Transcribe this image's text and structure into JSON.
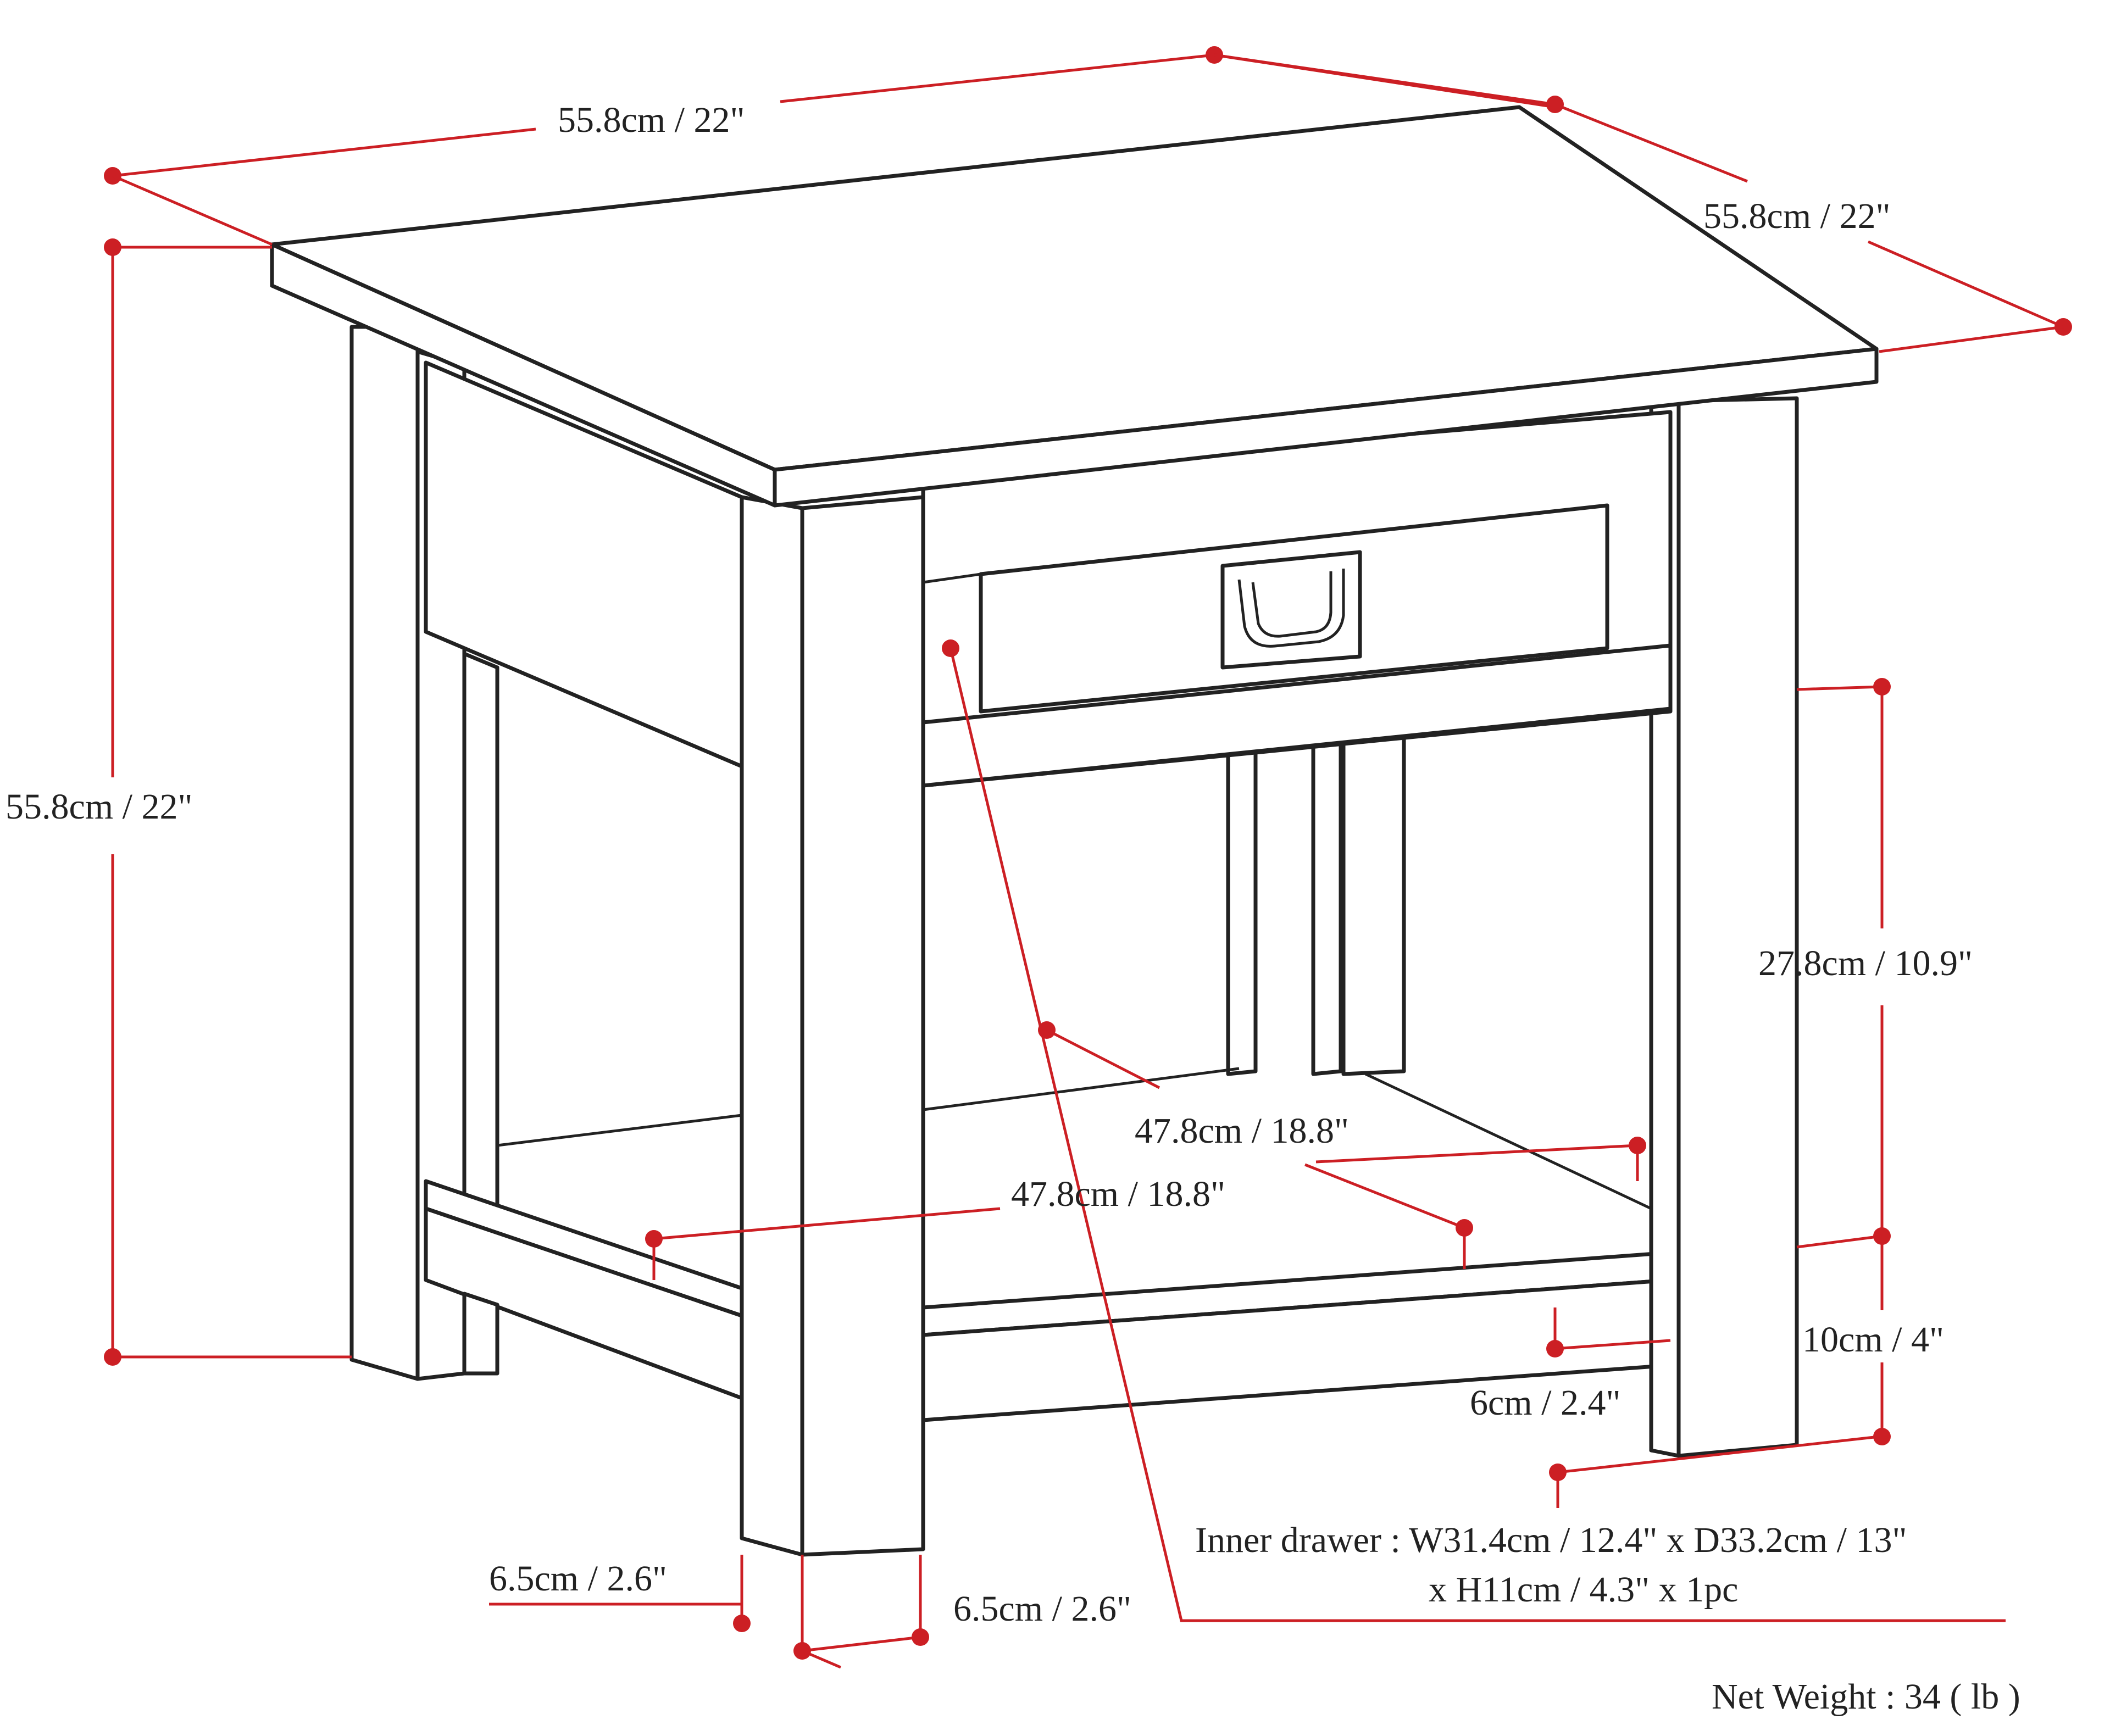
{
  "colors": {
    "dimension": "#cc1f24",
    "ink": "#222222",
    "background": "#ffffff"
  },
  "dimensions": {
    "top_width": "55.8cm / 22\"",
    "top_depth": "55.8cm / 22\"",
    "total_height": "55.8cm / 22\"",
    "side_gap_height": "27.8cm / 10.9\"",
    "shelf_clearance": "10cm / 4\"",
    "shelf_rail": "6cm / 2.4\"",
    "shelf_depth": "47.8cm / 18.8\"",
    "shelf_width": "47.8cm / 18.8\"",
    "leg_width_left": "6.5cm / 2.6\"",
    "leg_width_right": "6.5cm / 2.6\""
  },
  "notes": {
    "inner_drawer_line1": "Inner drawer : W31.4cm / 12.4\" x D33.2cm / 13\"",
    "inner_drawer_line2": "x H11cm / 4.3\" x 1pc",
    "net_weight": "Net Weight : 34 ( lb )"
  },
  "icons": {
    "drawer_pull": "drawer-handle-icon"
  }
}
